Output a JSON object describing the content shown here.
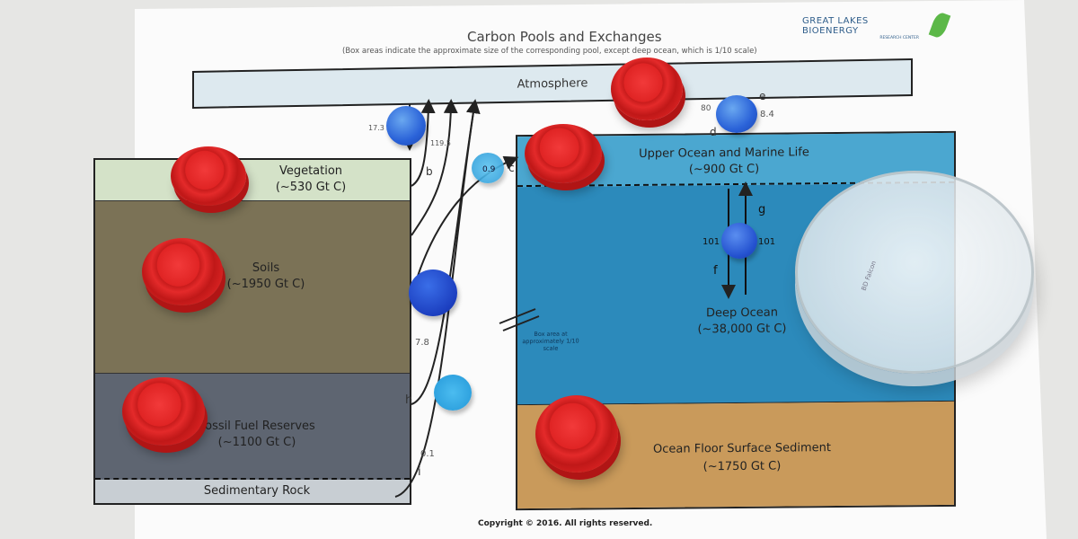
{
  "header": {
    "title": "Carbon Pools and Exchanges",
    "subtitle": "(Box areas indicate the approximate size of the corresponding pool, except deep ocean, which is 1/10 scale)"
  },
  "logo": {
    "name": "GREAT LAKES BIOENERGY",
    "sub": "RESEARCH CENTER"
  },
  "pools": {
    "atmosphere": "Atmosphere",
    "vegetation": {
      "name": "Vegetation",
      "amount": "(~530 Gt C)"
    },
    "soils": {
      "name": "Soils",
      "amount": "(~1950 Gt C)"
    },
    "fossil": {
      "name": "Fossil Fuel Reserves",
      "amount": "(~1100 Gt C)"
    },
    "sedimentary": "Sedimentary Rock",
    "upper_ocean": {
      "name": "Upper Ocean and Marine Life",
      "amount": "(~900 Gt C)"
    },
    "deep_ocean": {
      "name": "Deep Ocean",
      "amount": "(~38,000 Gt C)"
    },
    "sediment": {
      "name": "Ocean Floor Surface Sediment",
      "amount": "(~1750 Gt C)"
    }
  },
  "scale_note": "Box area at approximately 1/10 scale",
  "flow_labels": {
    "b": "b",
    "c": "c",
    "d": "d",
    "e": "e",
    "f": "f",
    "g": "g",
    "h": "h",
    "i": "i"
  },
  "handwritten": {
    "a_val": "17.3",
    "atm_up": "119.5",
    "c_val": "0.9",
    "h_val": "7.8",
    "i_val": "0.1",
    "d_val": "80",
    "e_val": "8.4",
    "f_val": "101",
    "g_val": "101"
  },
  "petri_label": "BD Falcon",
  "copyright": "Copyright © 2016. All rights reserved.",
  "colors": {
    "vegetation": "#d4e2c8",
    "soils": "#7b7256",
    "fossil": "#5e6571",
    "sedimentary": "#c8ced3",
    "upper_ocean": "#4ba7d0",
    "deep_ocean": "#2c8abb",
    "sediment": "#c99a5b",
    "atmosphere": "#dde9ef",
    "cap": "#e02424",
    "disk": "#2a62d8"
  }
}
